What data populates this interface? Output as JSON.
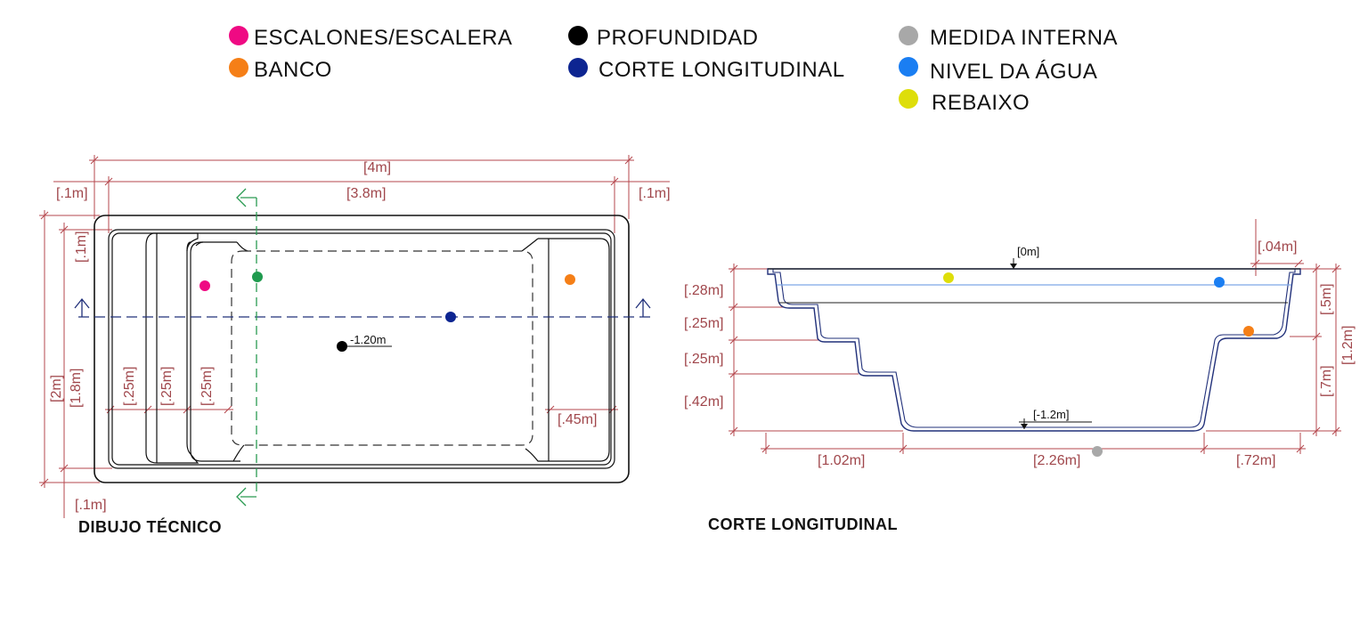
{
  "legend": {
    "items": [
      {
        "label": "ESCALONES/ESCALERA",
        "color": "#ef0a83"
      },
      {
        "label": "BANCO",
        "color": "#f57f17"
      },
      {
        "label": "PROFUNDIDAD",
        "color": "#000000"
      },
      {
        "label": "CORTE LONGITUDINAL",
        "color": "#0d2591"
      },
      {
        "label": "MEDIDA INTERNA",
        "color": "#a8a8a8"
      },
      {
        "label": "NIVEL DA ÁGUA",
        "color": "#1a7ef2"
      },
      {
        "label": "REBAIXO",
        "color": "#dede0a"
      }
    ]
  },
  "colors": {
    "dimension": "#b5474d",
    "dimension_text": "#a0464b",
    "section_line": "#21307a",
    "cut_line": "#2a9a52",
    "water_line": "#7ea6e6",
    "outline": "#111111"
  },
  "plan": {
    "caption": "DIBUJO TÉCNICO",
    "depth_label": "-1.20m",
    "dimensions": {
      "total_length": "[4m]",
      "inner_length": "[3.8m]",
      "left_border": "[.1m]",
      "right_border": "[.1m]",
      "top_border": "[.1m]",
      "bottom_border": "[.1m]",
      "total_width": "[2m]",
      "inner_width": "[1.8m]",
      "step_1": "[.25m]",
      "step_2": "[.25m]",
      "step_3": "[.25m]",
      "bench": "[.45m]"
    }
  },
  "section": {
    "caption": "CORTE LONGITUDINAL",
    "top_level": "[0m]",
    "bottom_level": "[-1.2m]",
    "dimensions": {
      "rim": "[.04m]",
      "riser_1": "[.28m]",
      "riser_2": "[.25m]",
      "riser_3": "[.25m]",
      "riser_4": "[.42m]",
      "bench_height": "[.5m]",
      "lower_height": "[.7m]",
      "total_height": "[1.2m]",
      "stairs_length": "[1.02m]",
      "floor_length": "[2.26m]",
      "end_length": "[.72m]"
    }
  }
}
